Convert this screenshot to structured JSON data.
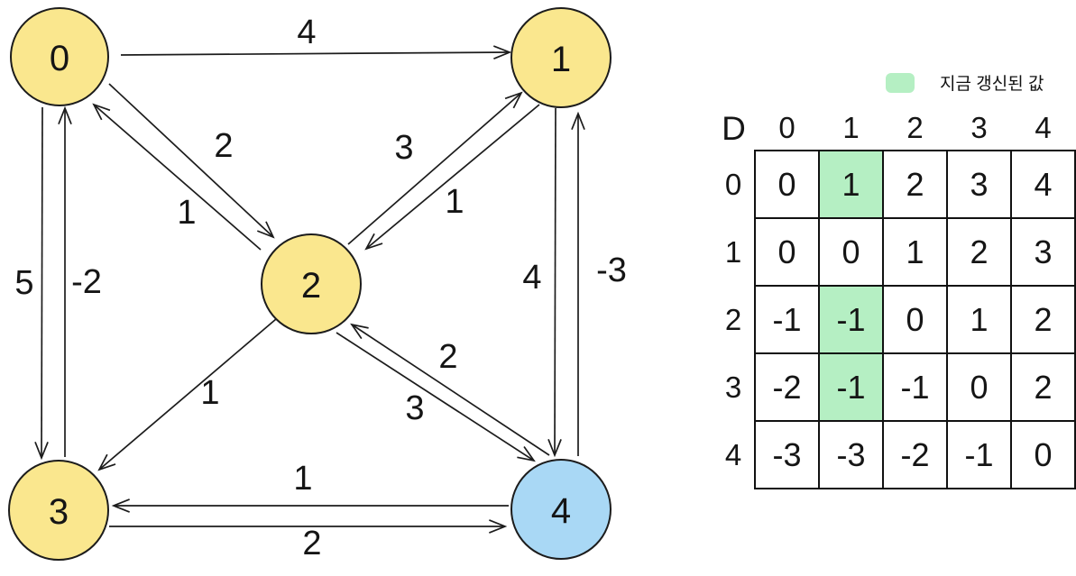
{
  "graph": {
    "node_fill_yellow": "#FAE78E",
    "node_fill_blue": "#A9D8F5",
    "nodes": [
      {
        "id": "0",
        "label": "0",
        "fill": "#FAE78E"
      },
      {
        "id": "1",
        "label": "1",
        "fill": "#FAE78E"
      },
      {
        "id": "2",
        "label": "2",
        "fill": "#FAE78E"
      },
      {
        "id": "3",
        "label": "3",
        "fill": "#FAE78E"
      },
      {
        "id": "4",
        "label": "4",
        "fill": "#A9D8F5"
      }
    ],
    "edges": [
      {
        "from": "0",
        "to": "1",
        "weight": "4"
      },
      {
        "from": "0",
        "to": "2",
        "weight": "2"
      },
      {
        "from": "2",
        "to": "0",
        "weight": "1"
      },
      {
        "from": "2",
        "to": "1",
        "weight": "3"
      },
      {
        "from": "1",
        "to": "2",
        "weight": "1"
      },
      {
        "from": "0",
        "to": "3",
        "weight": "5"
      },
      {
        "from": "3",
        "to": "0",
        "weight": "-2"
      },
      {
        "from": "2",
        "to": "3",
        "weight": "1"
      },
      {
        "from": "4",
        "to": "2",
        "weight": "2"
      },
      {
        "from": "2",
        "to": "4",
        "weight": "3"
      },
      {
        "from": "1",
        "to": "4",
        "weight": "4"
      },
      {
        "from": "4",
        "to": "1",
        "weight": "-3"
      },
      {
        "from": "4",
        "to": "3",
        "weight": "1"
      },
      {
        "from": "3",
        "to": "4",
        "weight": "2"
      }
    ]
  },
  "matrix": {
    "title": "D",
    "legend": {
      "label": "지금 갱신된 값",
      "color": "#B5EFC3"
    },
    "highlight_color": "#B5EFC3",
    "col_headers": [
      "0",
      "1",
      "2",
      "3",
      "4"
    ],
    "rows": [
      {
        "header": "0",
        "values": [
          "0",
          "1",
          "2",
          "3",
          "4"
        ],
        "highlighted_cols": [
          1
        ]
      },
      {
        "header": "1",
        "values": [
          "0",
          "0",
          "1",
          "2",
          "3"
        ],
        "highlighted_cols": []
      },
      {
        "header": "2",
        "values": [
          "-1",
          "-1",
          "0",
          "1",
          "2"
        ],
        "highlighted_cols": [
          1
        ]
      },
      {
        "header": "3",
        "values": [
          "-2",
          "-1",
          "-1",
          "0",
          "2"
        ],
        "highlighted_cols": [
          1
        ]
      },
      {
        "header": "4",
        "values": [
          "-3",
          "-3",
          "-2",
          "-1",
          "0"
        ],
        "highlighted_cols": []
      }
    ]
  },
  "chart_data": {
    "type": "table",
    "title": "D",
    "row_labels": [
      "0",
      "1",
      "2",
      "3",
      "4"
    ],
    "col_labels": [
      "0",
      "1",
      "2",
      "3",
      "4"
    ],
    "values": [
      [
        0,
        1,
        2,
        3,
        4
      ],
      [
        0,
        0,
        1,
        2,
        3
      ],
      [
        -1,
        -1,
        0,
        1,
        2
      ],
      [
        -2,
        -1,
        -1,
        0,
        2
      ],
      [
        -3,
        -3,
        -2,
        -1,
        0
      ]
    ],
    "highlighted_cells": [
      [
        0,
        1
      ],
      [
        2,
        1
      ],
      [
        3,
        1
      ]
    ],
    "legend": "지금 갱신된 값"
  }
}
